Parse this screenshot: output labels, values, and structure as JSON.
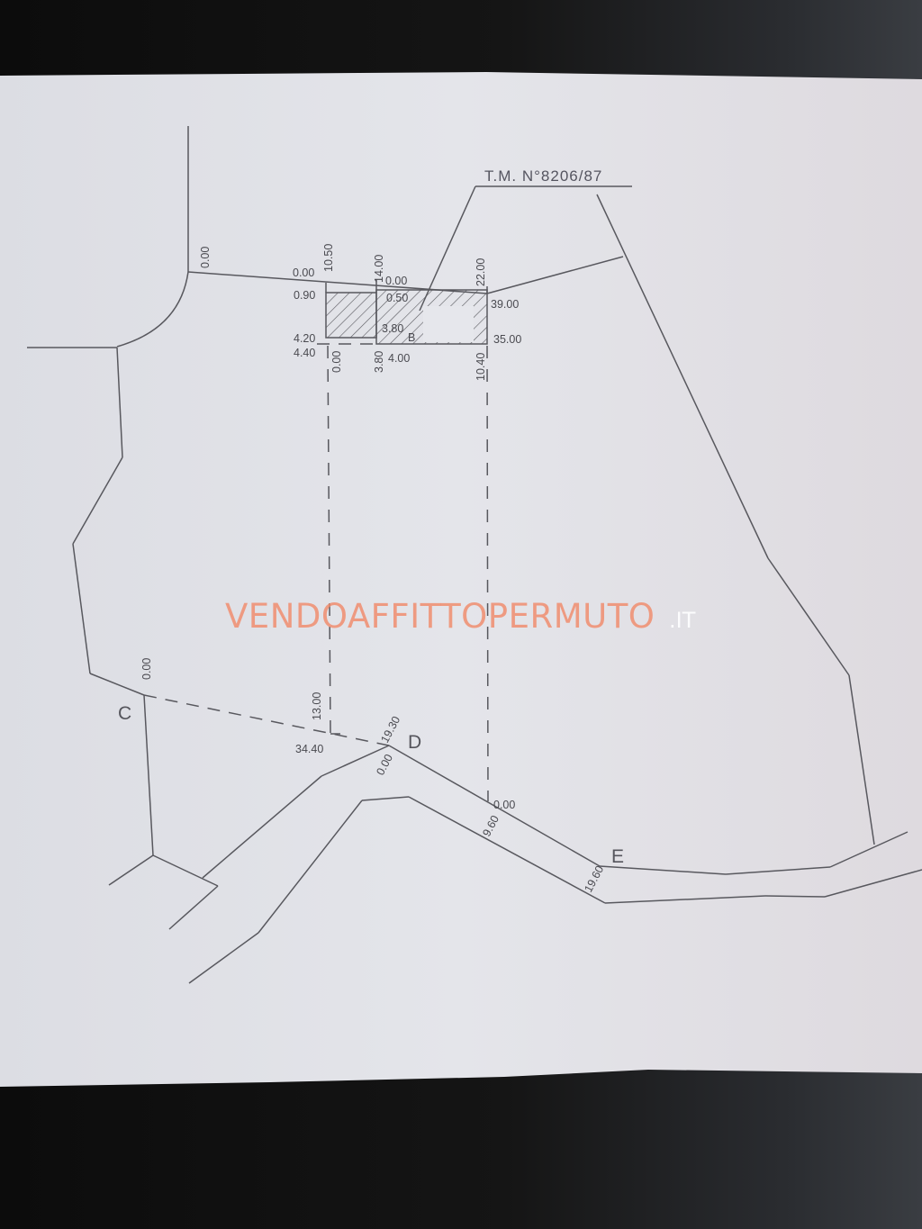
{
  "sheet": {
    "title": "T.M. N°8206/87",
    "watermark": "VENDOAFFITTOPERMUTO",
    "watermark_suffix": ".IT",
    "colors": {
      "paper": "#e6e6ec",
      "lines": "#58585e",
      "watermark": "#f08a6a",
      "background": "#141414"
    }
  },
  "points": {
    "C": "C",
    "D": "D",
    "E": "E",
    "B": "B"
  },
  "measurements": {
    "top_left_corner": "0.00",
    "top_origin": "0.00",
    "col_a": "10.50",
    "col_b": "14.00",
    "col_b_zero": "0.00",
    "col_c": "22.00",
    "row_a_left": "0.90",
    "row_b_inner": "0.50",
    "row_c_inner": "3.80",
    "row_d_left": "4.20",
    "row_e_left": "4.40",
    "right_top": "39.00",
    "right_bottom": "35.00",
    "bottom_a": "0.00",
    "bottom_b": "3.80",
    "bottom_b_right": "4.00",
    "bottom_c": "10.40",
    "c_zero": "0.00",
    "dash_mid": "13.00",
    "cd_distance": "34.40",
    "d_offset": "19.30",
    "d_zero": "0.00",
    "road_zero": "0.00",
    "road_a": "9.60",
    "road_b": "19.60"
  },
  "chart_data": {
    "type": "diagram",
    "title": "T.M. N°8206/87",
    "kind": "cadastral survey plan (tipo mappale)",
    "labeled_points": [
      "B",
      "C",
      "D",
      "E"
    ],
    "hatched_areas": [
      {
        "name": "left-block",
        "from": {
          "x": "10.50",
          "y": "0.90"
        },
        "to": {
          "x": "14.00",
          "y": "4.20"
        }
      },
      {
        "name": "right-block-B",
        "from": {
          "x": "14.00",
          "y": "0.50"
        },
        "to": {
          "x": "22.00",
          "y": "3.80"
        }
      }
    ],
    "alignments": [
      {
        "from": "C",
        "to": "D",
        "style": "dashed",
        "length": "34.40",
        "offset_at_D": "19.30"
      },
      {
        "from": "top-axis 10.50",
        "to": "C-D line",
        "style": "dashed",
        "offset": "13.00"
      },
      {
        "from": "top-axis 22.00",
        "to": "road",
        "style": "dashed",
        "offset": "10.40"
      }
    ],
    "annotations": [
      "0.00",
      "10.50",
      "14.00",
      "22.00",
      "0.90",
      "0.50",
      "3.80",
      "4.20",
      "4.40",
      "39.00",
      "35.00",
      "4.00",
      "10.40",
      "13.00",
      "34.40",
      "19.30",
      "9.60",
      "19.60"
    ]
  }
}
